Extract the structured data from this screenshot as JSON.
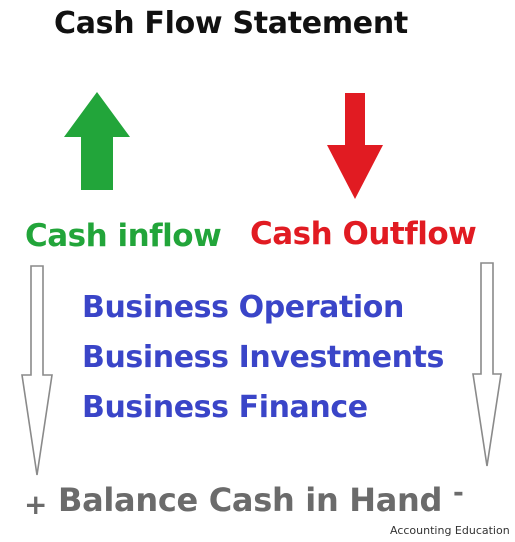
{
  "title": "Cash Flow Statement",
  "inflow": {
    "label": "Cash inflow",
    "color": "#22a53a",
    "arrow_icon": "arrow-up-icon"
  },
  "outflow": {
    "label": "Cash Outflow",
    "color": "#e11b22",
    "arrow_icon": "arrow-down-icon"
  },
  "activities": [
    "Business Operation",
    "Business Investments",
    "Business Finance"
  ],
  "activities_color": "#3a45c8",
  "result": {
    "plus_sign": "+",
    "label": "Balance Cash in Hand",
    "minus_sign": "-",
    "color": "#6b6b6b"
  },
  "credit": "Accounting Education"
}
